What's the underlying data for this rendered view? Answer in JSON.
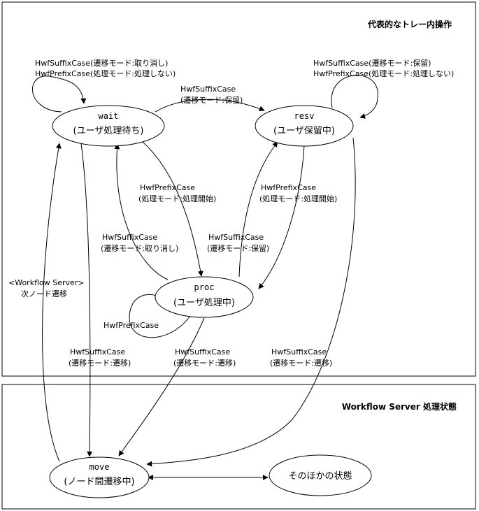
{
  "sections": {
    "tray": {
      "title": "代表的なトレー内操作"
    },
    "server": {
      "title": "Workflow Server 処理状態"
    }
  },
  "states": {
    "wait": {
      "name": "wait",
      "desc": "(ユーザ処理待ち)"
    },
    "resv": {
      "name": "resv",
      "desc": "(ユーザ保留中)"
    },
    "proc": {
      "name": "proc",
      "desc": "(ユーザ処理中)"
    },
    "move": {
      "name": "move",
      "desc": "(ノード間遷移中)"
    },
    "other": {
      "desc": "そのほかの状態"
    }
  },
  "labels": {
    "wait_self_1": "HwfSuffixCase(遷移モード:取り消し)",
    "wait_self_2": "HwfPrefixCase(処理モード:処理しない)",
    "resv_self_1": "HwfSuffixCase(遷移モード:保留)",
    "resv_self_2": "HwfPrefixCase(処理モード:処理しない)",
    "wait_resv_1": "HwfSuffixCase",
    "wait_resv_2": "(遷移モード:保留)",
    "wait_proc_1": "HwfPrefixCase",
    "wait_proc_2": "(処理モード:処理開始)",
    "resv_proc_1": "HwfPrefixCase",
    "resv_proc_2": "(処理モード:処理開始)",
    "proc_wait_1": "HwfSuffixCase",
    "proc_wait_2": "(遷移モード:取り消し)",
    "proc_resv_1": "HwfSuffixCase",
    "proc_resv_2": "(遷移モード:保留)",
    "move_wait_1": "<Workflow Server>",
    "move_wait_2": "次ノード遷移",
    "proc_self": "HwfPrefixCase",
    "wait_move_1": "HwfSuffixCase",
    "wait_move_2": "(遷移モード:遷移)",
    "proc_move_1": "HwfSuffixCase",
    "proc_move_2": "(遷移モード:遷移)",
    "resv_move_1": "HwfSuffixCase",
    "resv_move_2": "(遷移モード:遷移)"
  }
}
